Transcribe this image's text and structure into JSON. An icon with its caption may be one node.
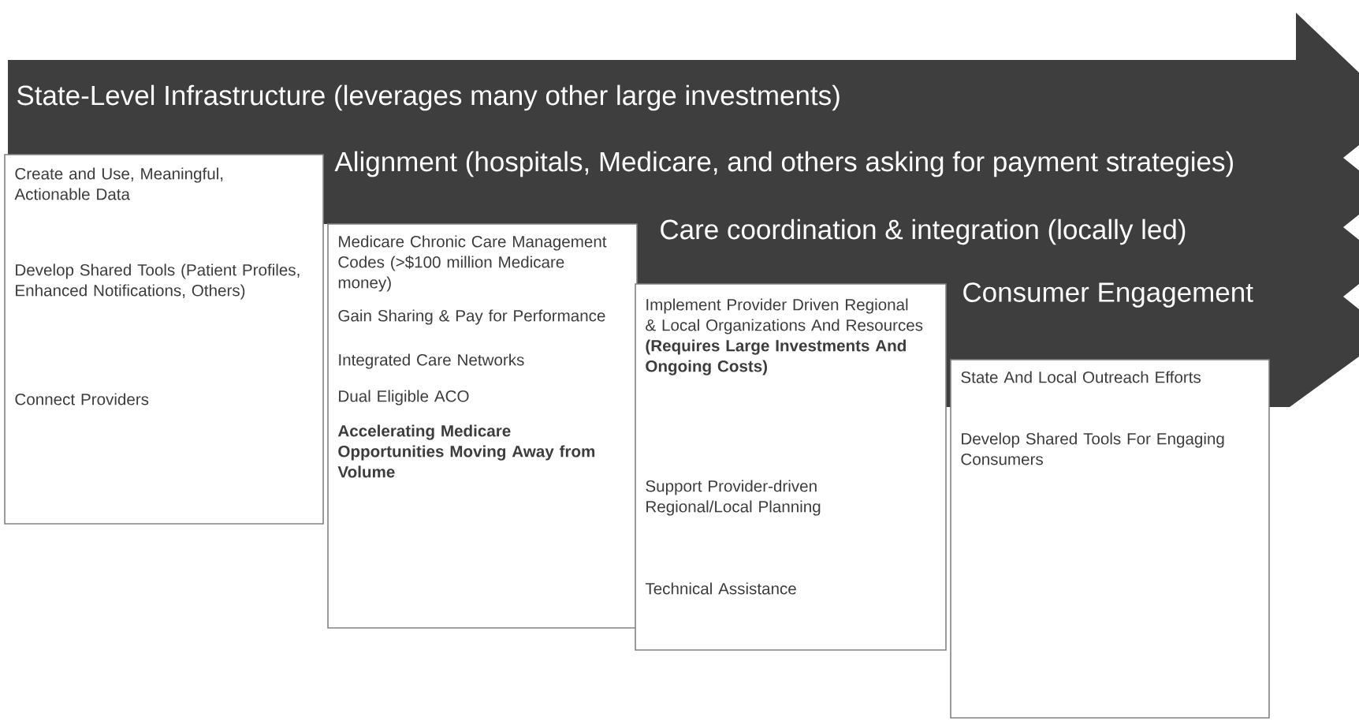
{
  "diagram": {
    "nodes": [
      {
        "text": [
          "Create and Use, Meaningful, Actionable Data",
          "Develop Shared Tools (Patient Profiles,  Enhanced Notifications, Others)",
          "Connect Providers"
        ]
      },
      {
        "text": [
          "Medicare Chronic Care Management Codes (>$100 million Medicare money)",
          "Gain Sharing  & Pay for Performance",
          "Integrated Care Networks",
          "Dual Eligible ACO",
          "Accelerating Medicare Opportunities Moving Away from Volume"
        ]
      },
      {
        "text": [
          "Implement Provider Driven Regional & Local Organizations And Resources **(Requires Large Investments And Ongoing Costs)**",
          "Support Provider-driven Regional/Local Planning",
          "Technical Assistance"
        ]
      },
      {
        "text": [
          "State And Local Outreach Efforts",
          "Develop Shared Tools For Engaging Consumers"
        ]
      }
    ],
    "labels": [
      "State-Level Infrastructure (leverages many other large investments)",
      "Alignment (hospitals, Medicare,  and others asking for payment strategies)",
      "Care coordination & integration (locally led)",
      "Consumer Engagement"
    ]
  }
}
